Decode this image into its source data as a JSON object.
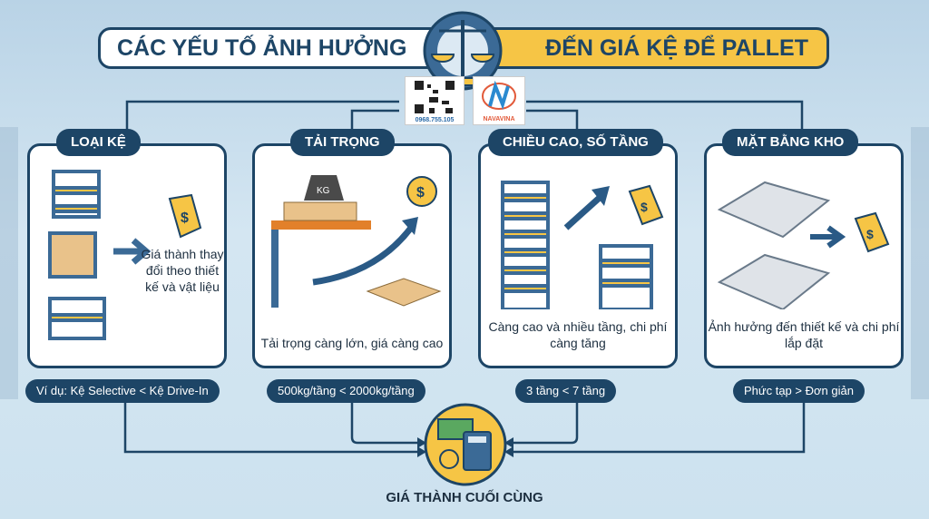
{
  "title": {
    "left": "CÁC YẾU TỐ ẢNH HƯỞNG",
    "right": "ĐẾN GIÁ KỆ ĐỂ PALLET"
  },
  "brand": {
    "name": "NAVAVINA",
    "qr_caption": "0968.755.105"
  },
  "factors": [
    {
      "title": "LOẠI KỆ",
      "description": "Giá thành thay đổi theo thiết kế và vật liệu",
      "example": "Ví dụ: Kệ Selective < Kệ Drive-In"
    },
    {
      "title": "TẢI TRỌNG",
      "description": "Tải trọng càng lớn, giá càng cao",
      "example": "500kg/tầng < 2000kg/tầng",
      "weight_label": "KG"
    },
    {
      "title": "CHIỀU CAO, SỐ TẦNG",
      "description": "Càng cao và nhiều tầng, chi phí càng tăng",
      "example": "3 tầng < 7 tầng"
    },
    {
      "title": "MẶT BẰNG KHO",
      "description": "Ảnh hưởng đến thiết kế và chi phí lắp đặt",
      "example": "Phức tạp > Đơn giản"
    }
  ],
  "result": {
    "label": "GIÁ THÀNH CUỐI CÙNG"
  },
  "colors": {
    "navy": "#1d4566",
    "yellow": "#f6c545",
    "orange": "#f0a030",
    "rack_blue": "#3b6a96"
  }
}
